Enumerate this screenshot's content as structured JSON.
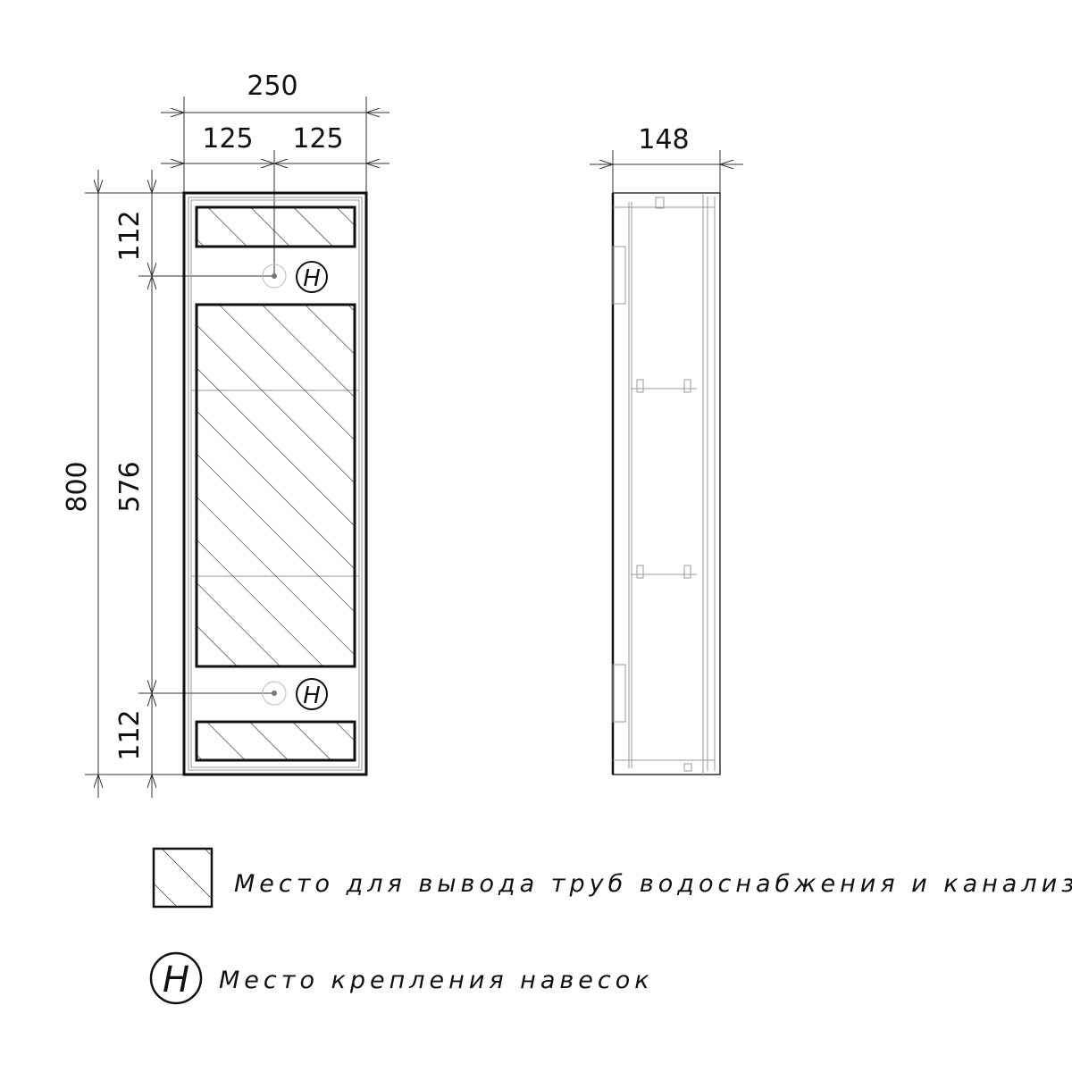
{
  "front_view": {
    "width_total": "250",
    "width_left": "125",
    "width_right": "125",
    "height_total": "800",
    "height_top": "112",
    "height_middle": "576",
    "height_bottom": "112",
    "mount_marker": "H"
  },
  "side_view": {
    "depth": "148"
  },
  "legend": {
    "pipes_label": "Место для вывода труб водоснабжения и канализации",
    "mount_symbol": "H",
    "mount_label": "Место крепления навесок"
  }
}
